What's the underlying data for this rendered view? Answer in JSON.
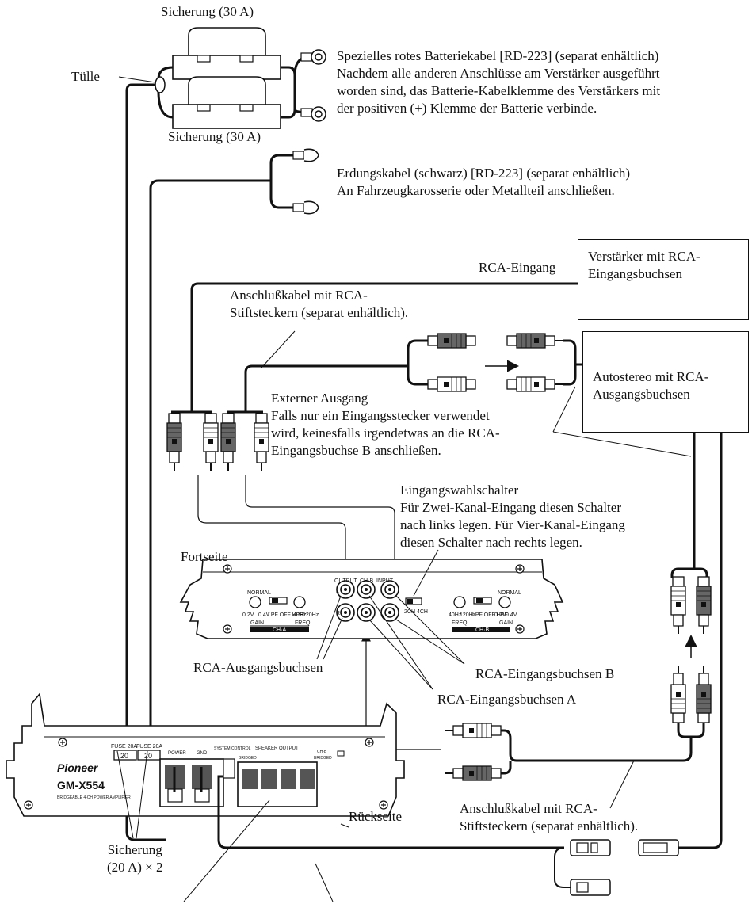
{
  "labels": {
    "fuse_top": "Sicherung (30 A)",
    "fuse_mid": "Sicherung (30 A)",
    "grommet": "Tülle",
    "battery_cable": [
      "Spezielles rotes Batteriekabel [RD-223] (separat enhältlich)",
      "Nachdem alle anderen Anschlüsse am Verstärker ausgeführt",
      "worden sind, das Batterie-Kabelklemme des Verstärkers mit",
      "der positiven (+) Klemme der Batterie verbinde."
    ],
    "ground_cable": [
      "Erdungskabel (schwarz) [RD-223] (separat enhältlich)",
      "An Fahrzeugkarosserie oder Metallteil anschließen."
    ],
    "rca_input": "RCA-Eingang",
    "amp_box": [
      "Verstärker mit RCA-",
      "Eingangsbuchsen"
    ],
    "rca_cable_top": [
      "Anschlußkabel mit RCA-",
      "Stiftsteckern (separat enhältlich)."
    ],
    "autostereo_box": [
      "Autostereo mit RCA-",
      "Ausgangsbuchsen"
    ],
    "external_output": [
      "Externer Ausgang",
      "Falls nur ein Eingangsstecker verwendet",
      "wird, keinesfalls irgendetwas an die RCA-",
      "Eingangsbuchse B anschließen."
    ],
    "input_selector": [
      "Eingangswahlschalter",
      "Für Zwei-Kanal-Eingang diesen Schalter",
      "nach links legen. Für Vier-Kanal-Eingang",
      "diesen Schalter nach rechts legen."
    ],
    "front_side": "Fortseite",
    "rca_output_jacks": "RCA-Ausgangsbuchsen",
    "rca_input_jacks_b": "RCA-Eingangsbuchsen B",
    "rca_input_jacks_a": "RCA-Eingangsbuchsen A",
    "rca_cable_bottom": [
      "Anschlußkabel mit RCA-",
      "Stiftsteckern (separat enhältlich)."
    ],
    "rear_side": "Rückseite",
    "fuse_bottom": [
      "Sicherung",
      "(20 A) × 2"
    ]
  },
  "front_panel": {
    "output": "OUTPUT",
    "input": "INPUT",
    "ch_ab": "CH·B",
    "normal_left": "NORMAL",
    "normal_right": "NORMAL",
    "lpf_hpf": "LPF OFF HPF",
    "gain": "GAIN",
    "freq": "FREQ",
    "ch_a": "CH·A",
    "ch_b": "CH·B",
    "v_low": "0.2V",
    "v_high": "0.4V",
    "hz_low": "40Hz",
    "hz_high": "120Hz",
    "l": "L",
    "r": "R",
    "switch_labels": "2CH  4CH"
  },
  "rear_panel": {
    "brand": "Pioneer",
    "model": "GM-X554",
    "subtitle": "BRIDGEABLE 4-CH POWER AMPLIFIER",
    "fuse_label_1": "FUSE 20A",
    "fuse_label_2": "FUSE 20A",
    "fuse_value_1": "20",
    "fuse_value_2": "20",
    "power": "POWER",
    "gnd": "GND",
    "system_control": "SYSTEM CONTROL",
    "speaker_output": "SPEAKER OUTPUT",
    "bridged": "BRIDGED",
    "bridged_right": "BRIDGED",
    "ch_b": "CH·B"
  },
  "colors": {
    "line": "#111111",
    "wire": "#222222",
    "plug_dark": "#555555",
    "plug_light": "#ffffff",
    "panel": "#ffffff"
  }
}
